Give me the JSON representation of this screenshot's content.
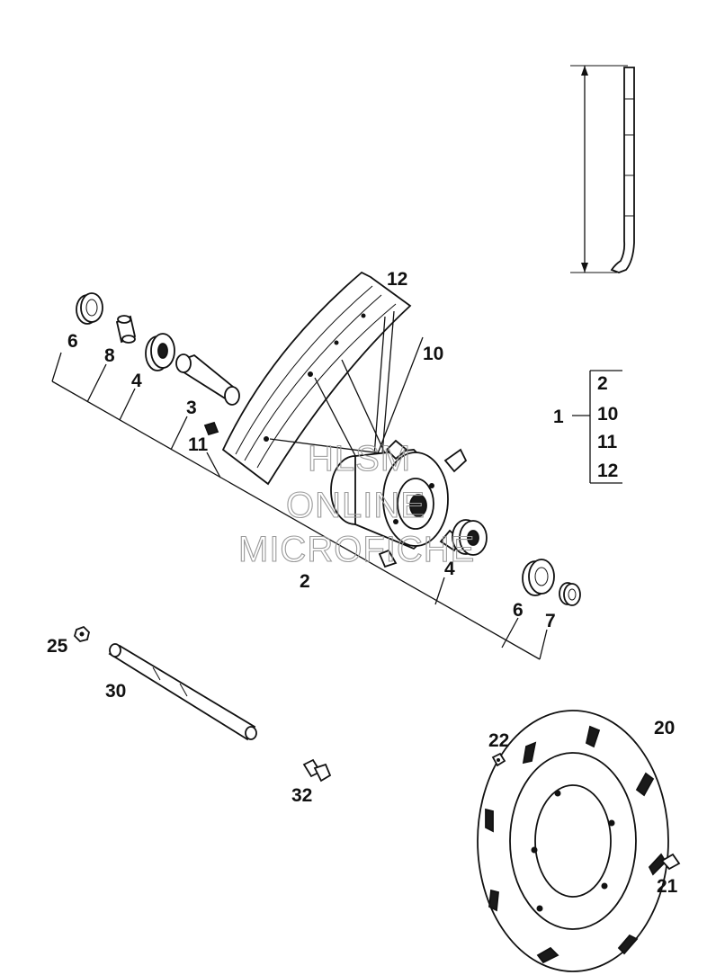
{
  "callouts": {
    "c12_top": "12",
    "c10_top": "10",
    "c6_left": "6",
    "c8": "8",
    "c4_left": "4",
    "c3": "3",
    "c11_left": "11",
    "c2_hub": "2",
    "c4_right": "4",
    "c6_right": "6",
    "c7": "7",
    "c25": "25",
    "c30": "30",
    "c32": "32",
    "c22": "22",
    "c20": "20",
    "c21": "21"
  },
  "kit_group": {
    "parent": "1",
    "items": [
      "2",
      "10",
      "11",
      "12"
    ]
  },
  "watermark": {
    "line1": "HLSM",
    "line2": "ONLINE",
    "line3": "MICROFICHE"
  }
}
